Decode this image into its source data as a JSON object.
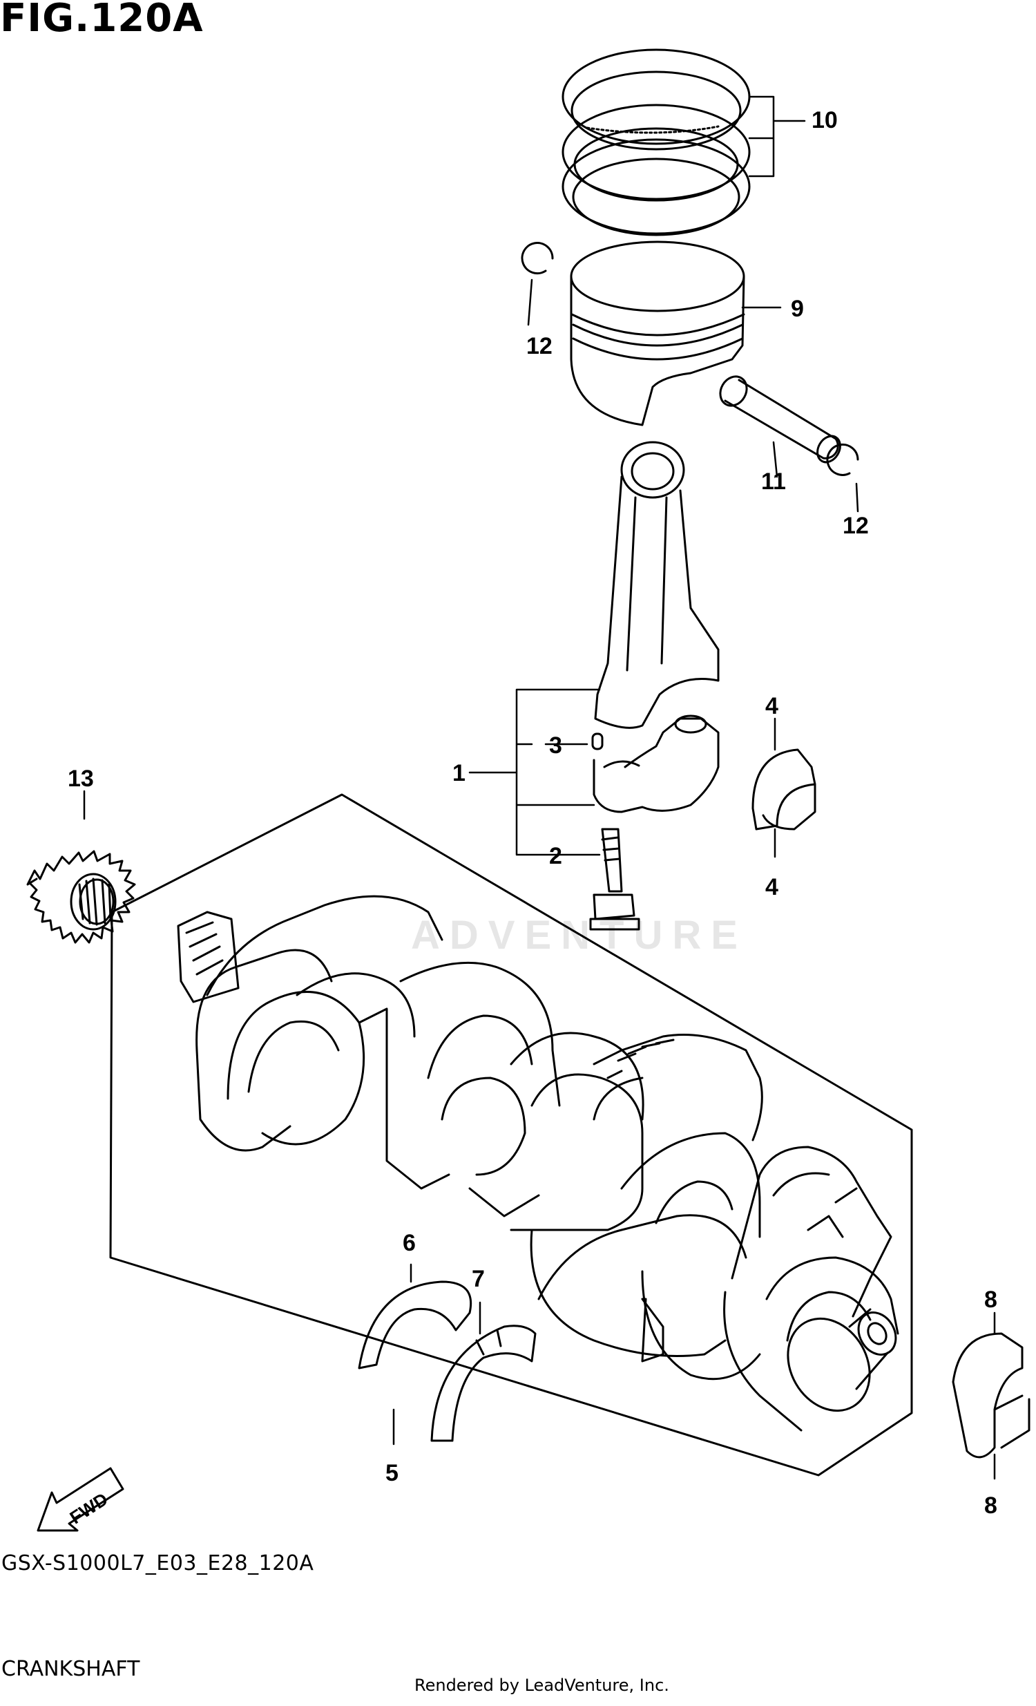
{
  "figure": {
    "title": "FIG.120A",
    "model_code": "GSX-S1000L7_E03_E28_120A",
    "section_name": "CRANKSHAFT",
    "credit": "Rendered by LeadVenture, Inc.",
    "watermark": "ADVENTURE",
    "fwd_label": "FWD"
  },
  "callouts": {
    "c1": "1",
    "c2": "2",
    "c3": "3",
    "c4a": "4",
    "c4b": "4",
    "c5": "5",
    "c6": "6",
    "c7": "7",
    "c8a": "8",
    "c8b": "8",
    "c9": "9",
    "c10": "10",
    "c11": "11",
    "c12a": "12",
    "c12b": "12",
    "c13": "13"
  }
}
